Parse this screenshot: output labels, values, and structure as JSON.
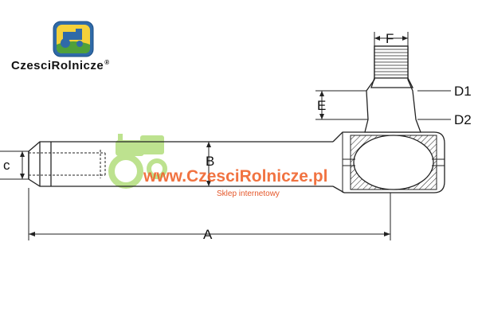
{
  "logo": {
    "brand_text": "CzesciRolnicze",
    "registered_mark": "®"
  },
  "watermark": {
    "url": "www.CzesciRolnicze.pl",
    "subtitle": "Sklep internetowy",
    "url_color": "#f0642c",
    "tractor_color": "#a8d96a"
  },
  "dimensions": {
    "F": "F",
    "D1": "D1",
    "D2": "D2",
    "E": "E",
    "B": "B",
    "A": "A",
    "C": "c"
  },
  "colors": {
    "line": "#222222",
    "badge_yellow": "#f4d13a",
    "badge_blue": "#2f6aa8"
  }
}
